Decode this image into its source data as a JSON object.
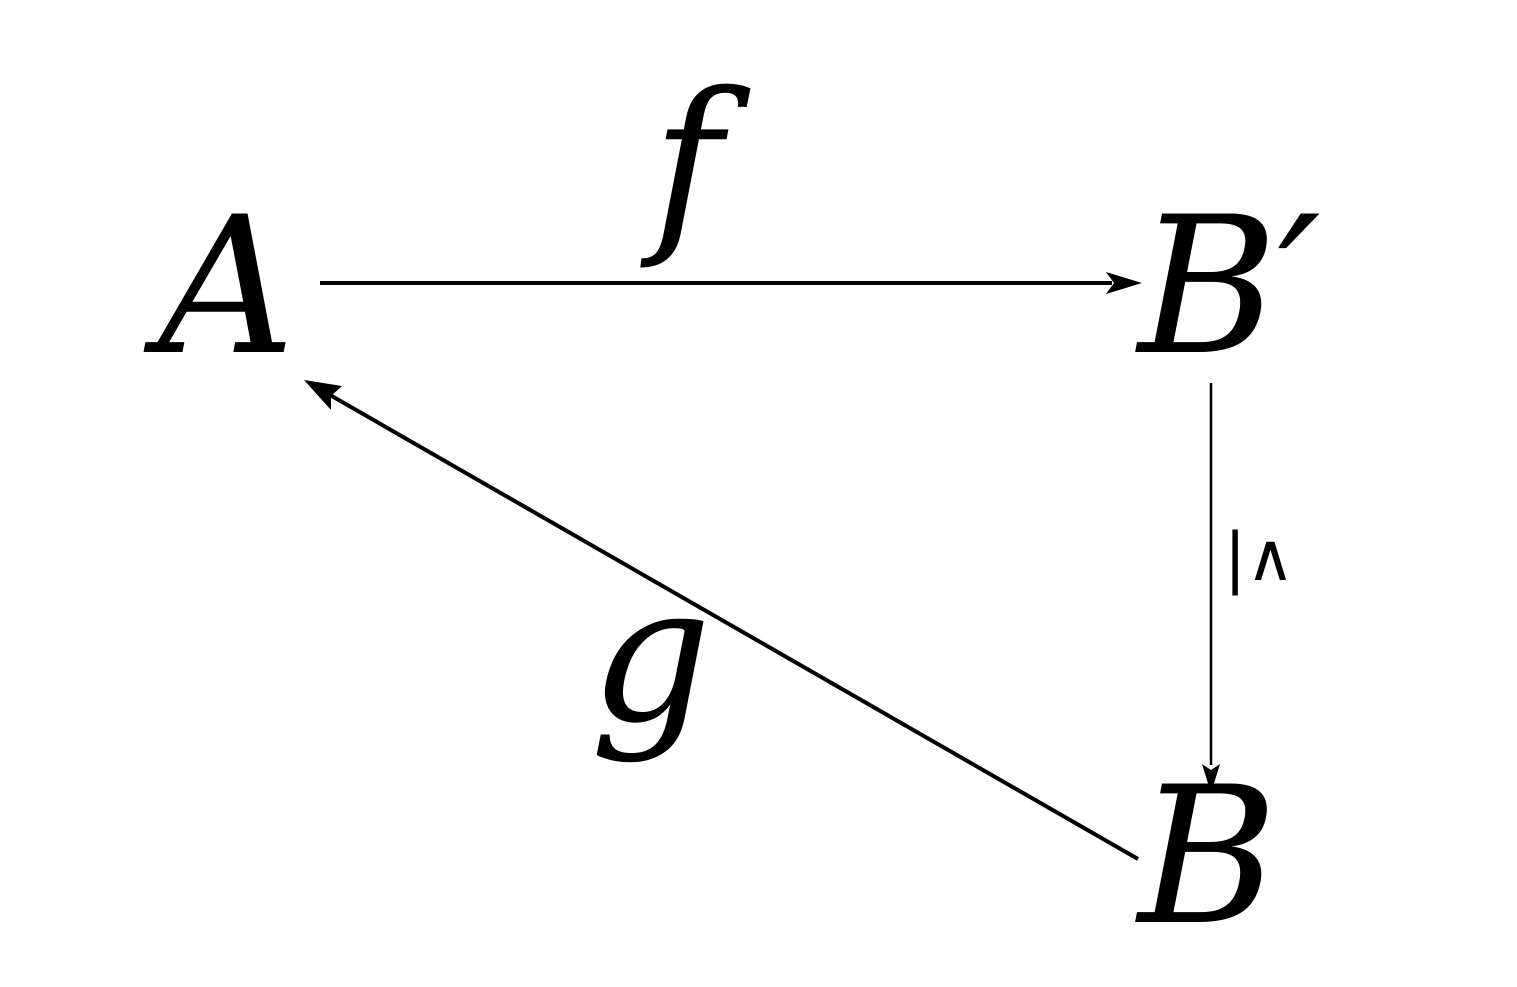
{
  "diagram": {
    "nodes": {
      "a": "A",
      "b_prime": "B′",
      "b": "B"
    },
    "morphisms": {
      "f": "f",
      "g": "g"
    },
    "relation": "|∧"
  }
}
